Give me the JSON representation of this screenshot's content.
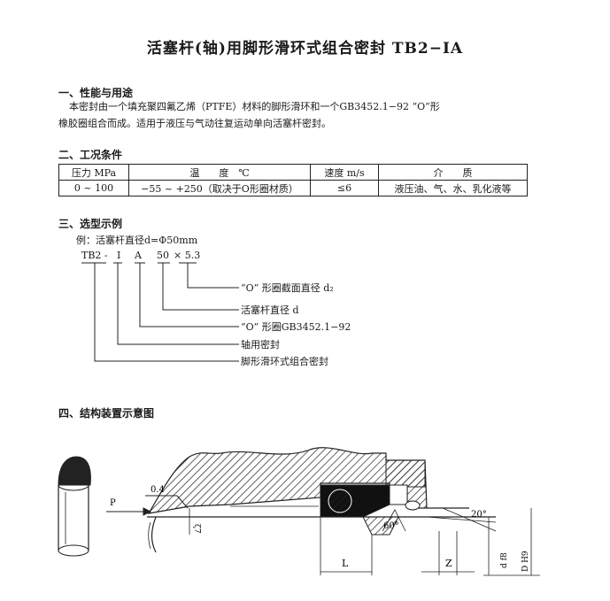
{
  "title": "活塞杆(轴)用脚形滑环式组合密封 TB2−IA",
  "section1": {
    "heading": "一、性能与用途",
    "line1": "本密封由一个填充聚四氟乙烯（PTFE）材料的脚形滑环和一个GB3452.1−92 “O”形",
    "line2": "橡胶圈组合而成。适用于液压与气动往复运动单向活塞杆密封。"
  },
  "section2": {
    "heading": "二、工况条件",
    "headers": [
      "压力 MPa",
      "温　　度　℃",
      "速度 m/s",
      "介　　质"
    ],
    "row": [
      "0 ~ 100",
      "−55 ~ +250（取决于O形圈材质）",
      "≤6",
      "液压油、气、水、乳化液等"
    ]
  },
  "section3": {
    "heading": "三、选型示例",
    "example": "例：活塞杆直径d=Φ50mm",
    "code": [
      "TB2 -",
      "I",
      "A",
      "50",
      "× 5.3"
    ],
    "labels": [
      "“O” 形圈截面直径 d₂",
      "活塞杆直径  d",
      "“O” 形圈GB3452.1−92",
      "轴用密封",
      "脚形滑环式组合密封"
    ]
  },
  "section4": {
    "heading": "四、结构装置示意图",
    "labels": {
      "p": "P",
      "chamfer": "0.4",
      "length": "L",
      "gap": "Z",
      "angle60": "60°",
      "angle20": "20°",
      "rod": "d f8",
      "bore": "D H9",
      "t": "ζ7"
    }
  }
}
